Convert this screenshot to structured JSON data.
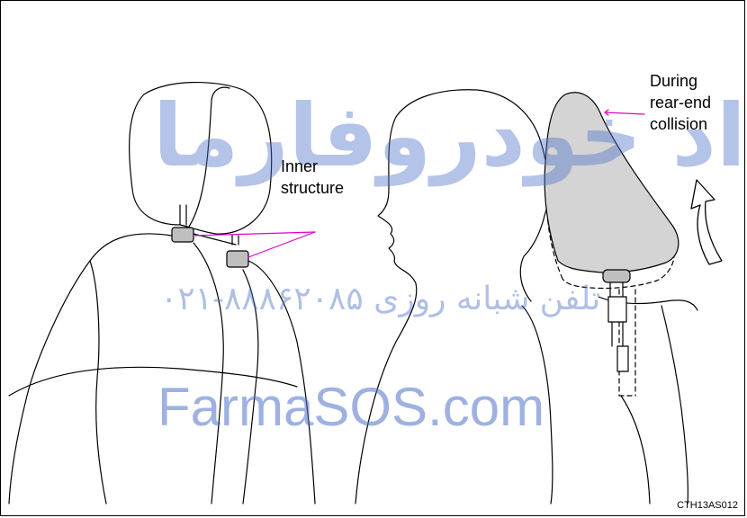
{
  "labels": {
    "inner_structure": [
      "Inner",
      "structure"
    ],
    "during_collision": [
      "During",
      "rear-end",
      "collision"
    ]
  },
  "figure_code": "CTH13AS012",
  "watermark": {
    "name": "امداد خودروفارما",
    "phone": "۰۲۱-۸۸۸۶۲۰۸۵ تلفن شبانه روزی",
    "site": "FarmaSOS.com"
  },
  "colors": {
    "outline": "#000000",
    "leader": "#e000c8",
    "headrest_fill": "#d4d4d4",
    "watermark": "#4f73c9"
  },
  "icons": [
    "upward-arrow-icon"
  ]
}
